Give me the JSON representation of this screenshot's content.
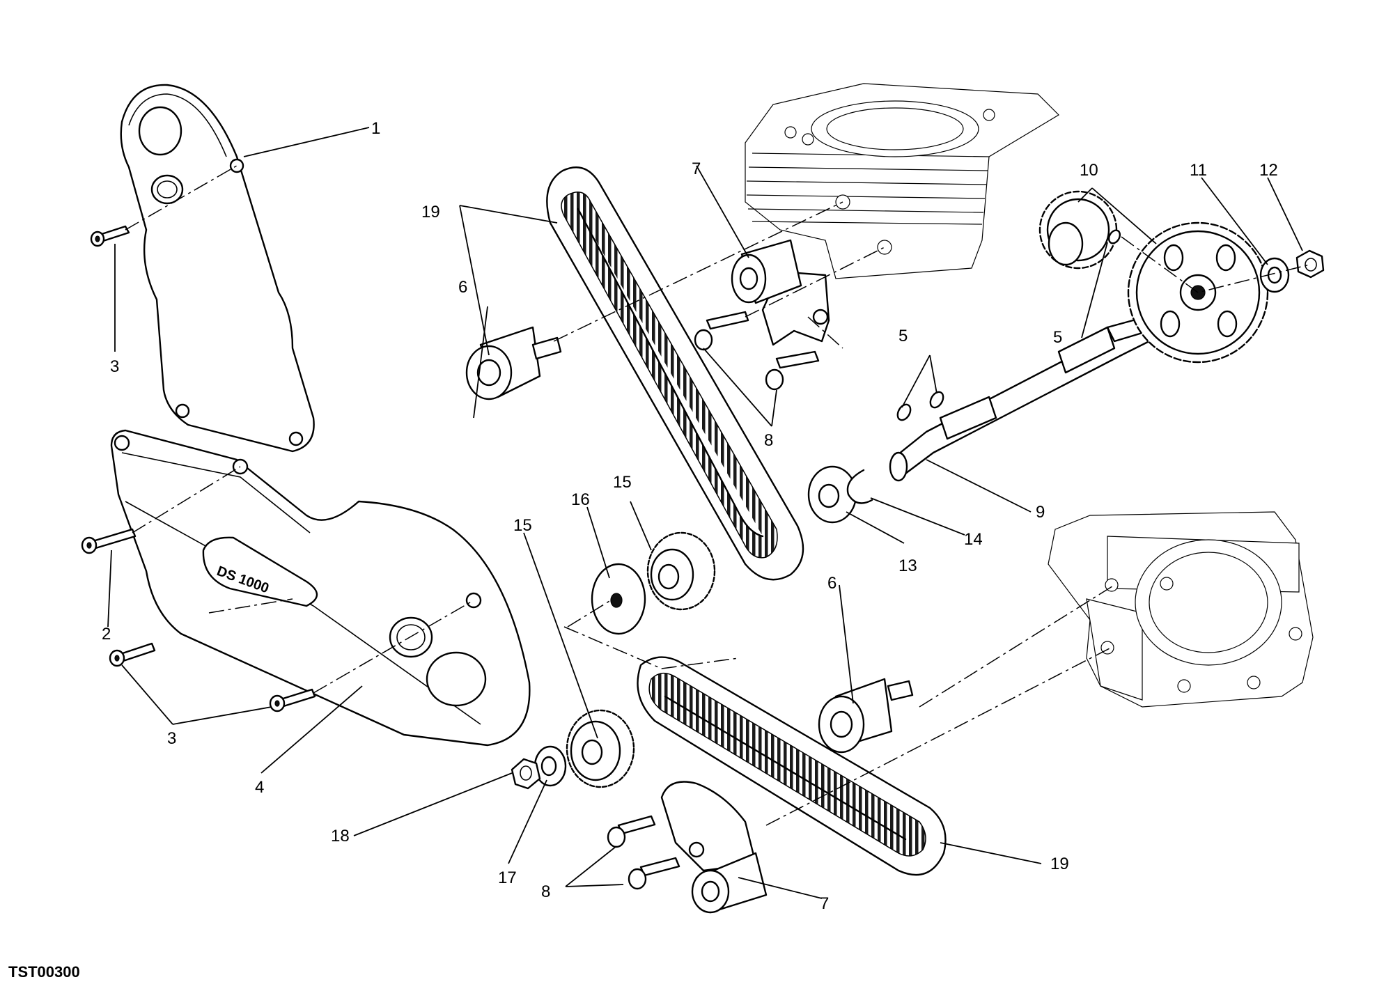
{
  "drawing": {
    "code": "TST00300",
    "cover_logo": "DS 1000"
  },
  "callouts": {
    "c1": "1",
    "c2": "2",
    "c3a": "3",
    "c3b": "3",
    "c4": "4",
    "c5a": "5",
    "c5b": "5",
    "c6a": "6",
    "c6b": "6",
    "c7a": "7",
    "c7b": "7",
    "c8a": "8",
    "c8b": "8",
    "c9": "9",
    "c10": "10",
    "c11": "11",
    "c12": "12",
    "c13": "13",
    "c14": "14",
    "c15a": "15",
    "c15b": "15",
    "c16": "16",
    "c17": "17",
    "c18": "18",
    "c19a": "19",
    "c19b": "19"
  }
}
